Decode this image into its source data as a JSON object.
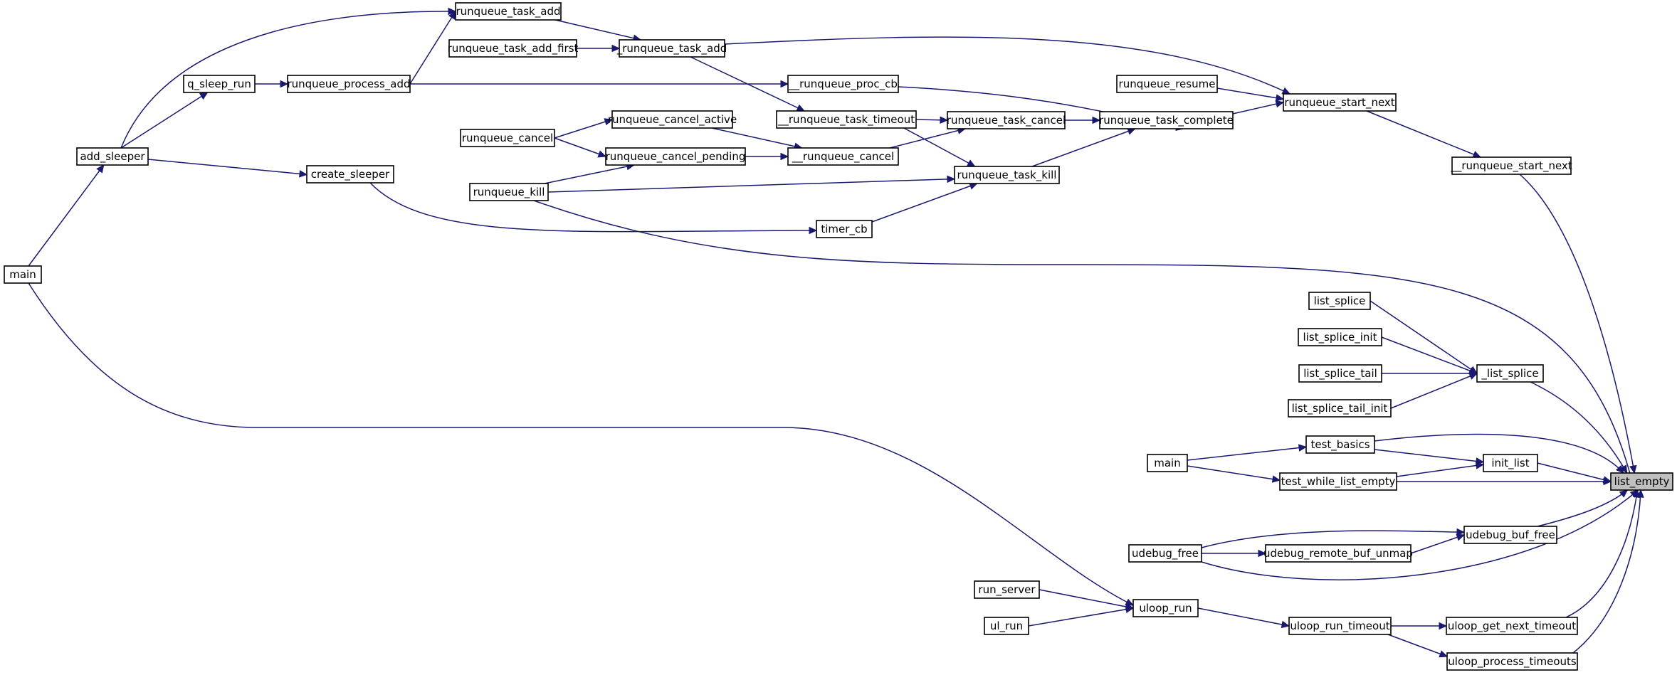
{
  "nodes": [
    {
      "id": "list_empty",
      "label": "list_empty",
      "focus": true
    },
    {
      "id": "runqueue_task_add",
      "label": "runqueue_task_add"
    },
    {
      "id": "runqueue_task_add_first",
      "label": "runqueue_task_add_first"
    },
    {
      "id": "_runqueue_task_add",
      "label": "_runqueue_task_add"
    },
    {
      "id": "q_sleep_run",
      "label": "q_sleep_run"
    },
    {
      "id": "runqueue_process_add",
      "label": "runqueue_process_add"
    },
    {
      "id": "__runqueue_proc_cb",
      "label": "__runqueue_proc_cb"
    },
    {
      "id": "runqueue_resume",
      "label": "runqueue_resume"
    },
    {
      "id": "runqueue_start_next",
      "label": "runqueue_start_next"
    },
    {
      "id": "add_sleeper",
      "label": "add_sleeper"
    },
    {
      "id": "runqueue_cancel_active",
      "label": "runqueue_cancel_active"
    },
    {
      "id": "__runqueue_task_timeout",
      "label": "__runqueue_task_timeout"
    },
    {
      "id": "runqueue_task_cancel",
      "label": "runqueue_task_cancel"
    },
    {
      "id": "runqueue_task_complete",
      "label": "runqueue_task_complete"
    },
    {
      "id": "runqueue_cancel",
      "label": "runqueue_cancel"
    },
    {
      "id": "runqueue_cancel_pending",
      "label": "runqueue_cancel_pending"
    },
    {
      "id": "__runqueue_cancel",
      "label": "__runqueue_cancel"
    },
    {
      "id": "__runqueue_start_next",
      "label": "__runqueue_start_next"
    },
    {
      "id": "create_sleeper",
      "label": "create_sleeper"
    },
    {
      "id": "runqueue_task_kill",
      "label": "runqueue_task_kill"
    },
    {
      "id": "runqueue_kill",
      "label": "runqueue_kill"
    },
    {
      "id": "timer_cb",
      "label": "timer_cb"
    },
    {
      "id": "main_1",
      "label": "main"
    },
    {
      "id": "list_splice",
      "label": "list_splice"
    },
    {
      "id": "list_splice_init",
      "label": "list_splice_init"
    },
    {
      "id": "list_splice_tail",
      "label": "list_splice_tail"
    },
    {
      "id": "_list_splice",
      "label": "_list_splice"
    },
    {
      "id": "list_splice_tail_init",
      "label": "list_splice_tail_init"
    },
    {
      "id": "test_basics",
      "label": "test_basics"
    },
    {
      "id": "main_2",
      "label": "main"
    },
    {
      "id": "init_list",
      "label": "init_list"
    },
    {
      "id": "test_while_list_empty",
      "label": "test_while_list_empty"
    },
    {
      "id": "udebug_buf_free",
      "label": "udebug_buf_free"
    },
    {
      "id": "udebug_free",
      "label": "udebug_free"
    },
    {
      "id": "udebug_remote_buf_unmap",
      "label": "udebug_remote_buf_unmap"
    },
    {
      "id": "run_server",
      "label": "run_server"
    },
    {
      "id": "uloop_run",
      "label": "uloop_run"
    },
    {
      "id": "ul_run",
      "label": "ul_run"
    },
    {
      "id": "uloop_run_timeout",
      "label": "uloop_run_timeout"
    },
    {
      "id": "uloop_get_next_timeout",
      "label": "uloop_get_next_timeout"
    },
    {
      "id": "uloop_process_timeouts",
      "label": "uloop_process_timeouts"
    }
  ],
  "edges": [
    {
      "from": "add_sleeper",
      "to": "runqueue_task_add"
    },
    {
      "from": "runqueue_task_add",
      "to": "_runqueue_task_add"
    },
    {
      "from": "runqueue_task_add_first",
      "to": "_runqueue_task_add"
    },
    {
      "from": "_runqueue_task_add",
      "to": "runqueue_start_next"
    },
    {
      "from": "_runqueue_task_add",
      "to": "__runqueue_task_timeout"
    },
    {
      "from": "runqueue_process_add",
      "to": "runqueue_task_add"
    },
    {
      "from": "q_sleep_run",
      "to": "runqueue_process_add"
    },
    {
      "from": "add_sleeper",
      "to": "q_sleep_run"
    },
    {
      "from": "runqueue_process_add",
      "to": "__runqueue_proc_cb"
    },
    {
      "from": "__runqueue_proc_cb",
      "to": "runqueue_task_complete"
    },
    {
      "from": "runqueue_resume",
      "to": "runqueue_start_next"
    },
    {
      "from": "runqueue_task_complete",
      "to": "runqueue_start_next"
    },
    {
      "from": "runqueue_start_next",
      "to": "__runqueue_start_next"
    },
    {
      "from": "__runqueue_start_next",
      "to": "list_empty"
    },
    {
      "from": "__runqueue_task_timeout",
      "to": "runqueue_task_cancel"
    },
    {
      "from": "__runqueue_task_timeout",
      "to": "runqueue_task_kill"
    },
    {
      "from": "runqueue_task_cancel",
      "to": "runqueue_task_complete"
    },
    {
      "from": "runqueue_task_kill",
      "to": "runqueue_task_complete"
    },
    {
      "from": "runqueue_cancel",
      "to": "runqueue_cancel_active"
    },
    {
      "from": "runqueue_cancel",
      "to": "runqueue_cancel_pending"
    },
    {
      "from": "runqueue_cancel_active",
      "to": "__runqueue_cancel"
    },
    {
      "from": "runqueue_cancel_pending",
      "to": "__runqueue_cancel"
    },
    {
      "from": "__runqueue_cancel",
      "to": "runqueue_task_cancel"
    },
    {
      "from": "runqueue_kill",
      "to": "runqueue_cancel_pending"
    },
    {
      "from": "runqueue_kill",
      "to": "runqueue_task_kill"
    },
    {
      "from": "runqueue_kill",
      "to": "list_empty"
    },
    {
      "from": "timer_cb",
      "to": "runqueue_task_kill"
    },
    {
      "from": "create_sleeper",
      "to": "timer_cb"
    },
    {
      "from": "add_sleeper",
      "to": "create_sleeper"
    },
    {
      "from": "main_1",
      "to": "add_sleeper"
    },
    {
      "from": "main_1",
      "to": "uloop_run"
    },
    {
      "from": "list_splice",
      "to": "_list_splice"
    },
    {
      "from": "list_splice_init",
      "to": "_list_splice"
    },
    {
      "from": "list_splice_tail",
      "to": "_list_splice"
    },
    {
      "from": "list_splice_tail_init",
      "to": "_list_splice"
    },
    {
      "from": "_list_splice",
      "to": "list_empty"
    },
    {
      "from": "test_basics",
      "to": "list_empty"
    },
    {
      "from": "test_basics",
      "to": "init_list"
    },
    {
      "from": "main_2",
      "to": "test_basics"
    },
    {
      "from": "main_2",
      "to": "test_while_list_empty"
    },
    {
      "from": "test_while_list_empty",
      "to": "init_list"
    },
    {
      "from": "test_while_list_empty",
      "to": "list_empty"
    },
    {
      "from": "init_list",
      "to": "list_empty"
    },
    {
      "from": "udebug_buf_free",
      "to": "list_empty"
    },
    {
      "from": "udebug_free",
      "to": "udebug_buf_free"
    },
    {
      "from": "udebug_free",
      "to": "udebug_remote_buf_unmap"
    },
    {
      "from": "udebug_remote_buf_unmap",
      "to": "udebug_buf_free"
    },
    {
      "from": "udebug_free",
      "to": "list_empty"
    },
    {
      "from": "run_server",
      "to": "uloop_run"
    },
    {
      "from": "ul_run",
      "to": "uloop_run"
    },
    {
      "from": "uloop_run",
      "to": "uloop_run_timeout"
    },
    {
      "from": "uloop_run_timeout",
      "to": "uloop_get_next_timeout"
    },
    {
      "from": "uloop_run_timeout",
      "to": "uloop_process_timeouts"
    },
    {
      "from": "uloop_get_next_timeout",
      "to": "list_empty"
    },
    {
      "from": "uloop_process_timeouts",
      "to": "list_empty"
    }
  ],
  "colors": {
    "edge": "#191970",
    "node_border": "#000000",
    "focus_fill": "#bfbfbf",
    "node_fill": "#ffffff"
  }
}
